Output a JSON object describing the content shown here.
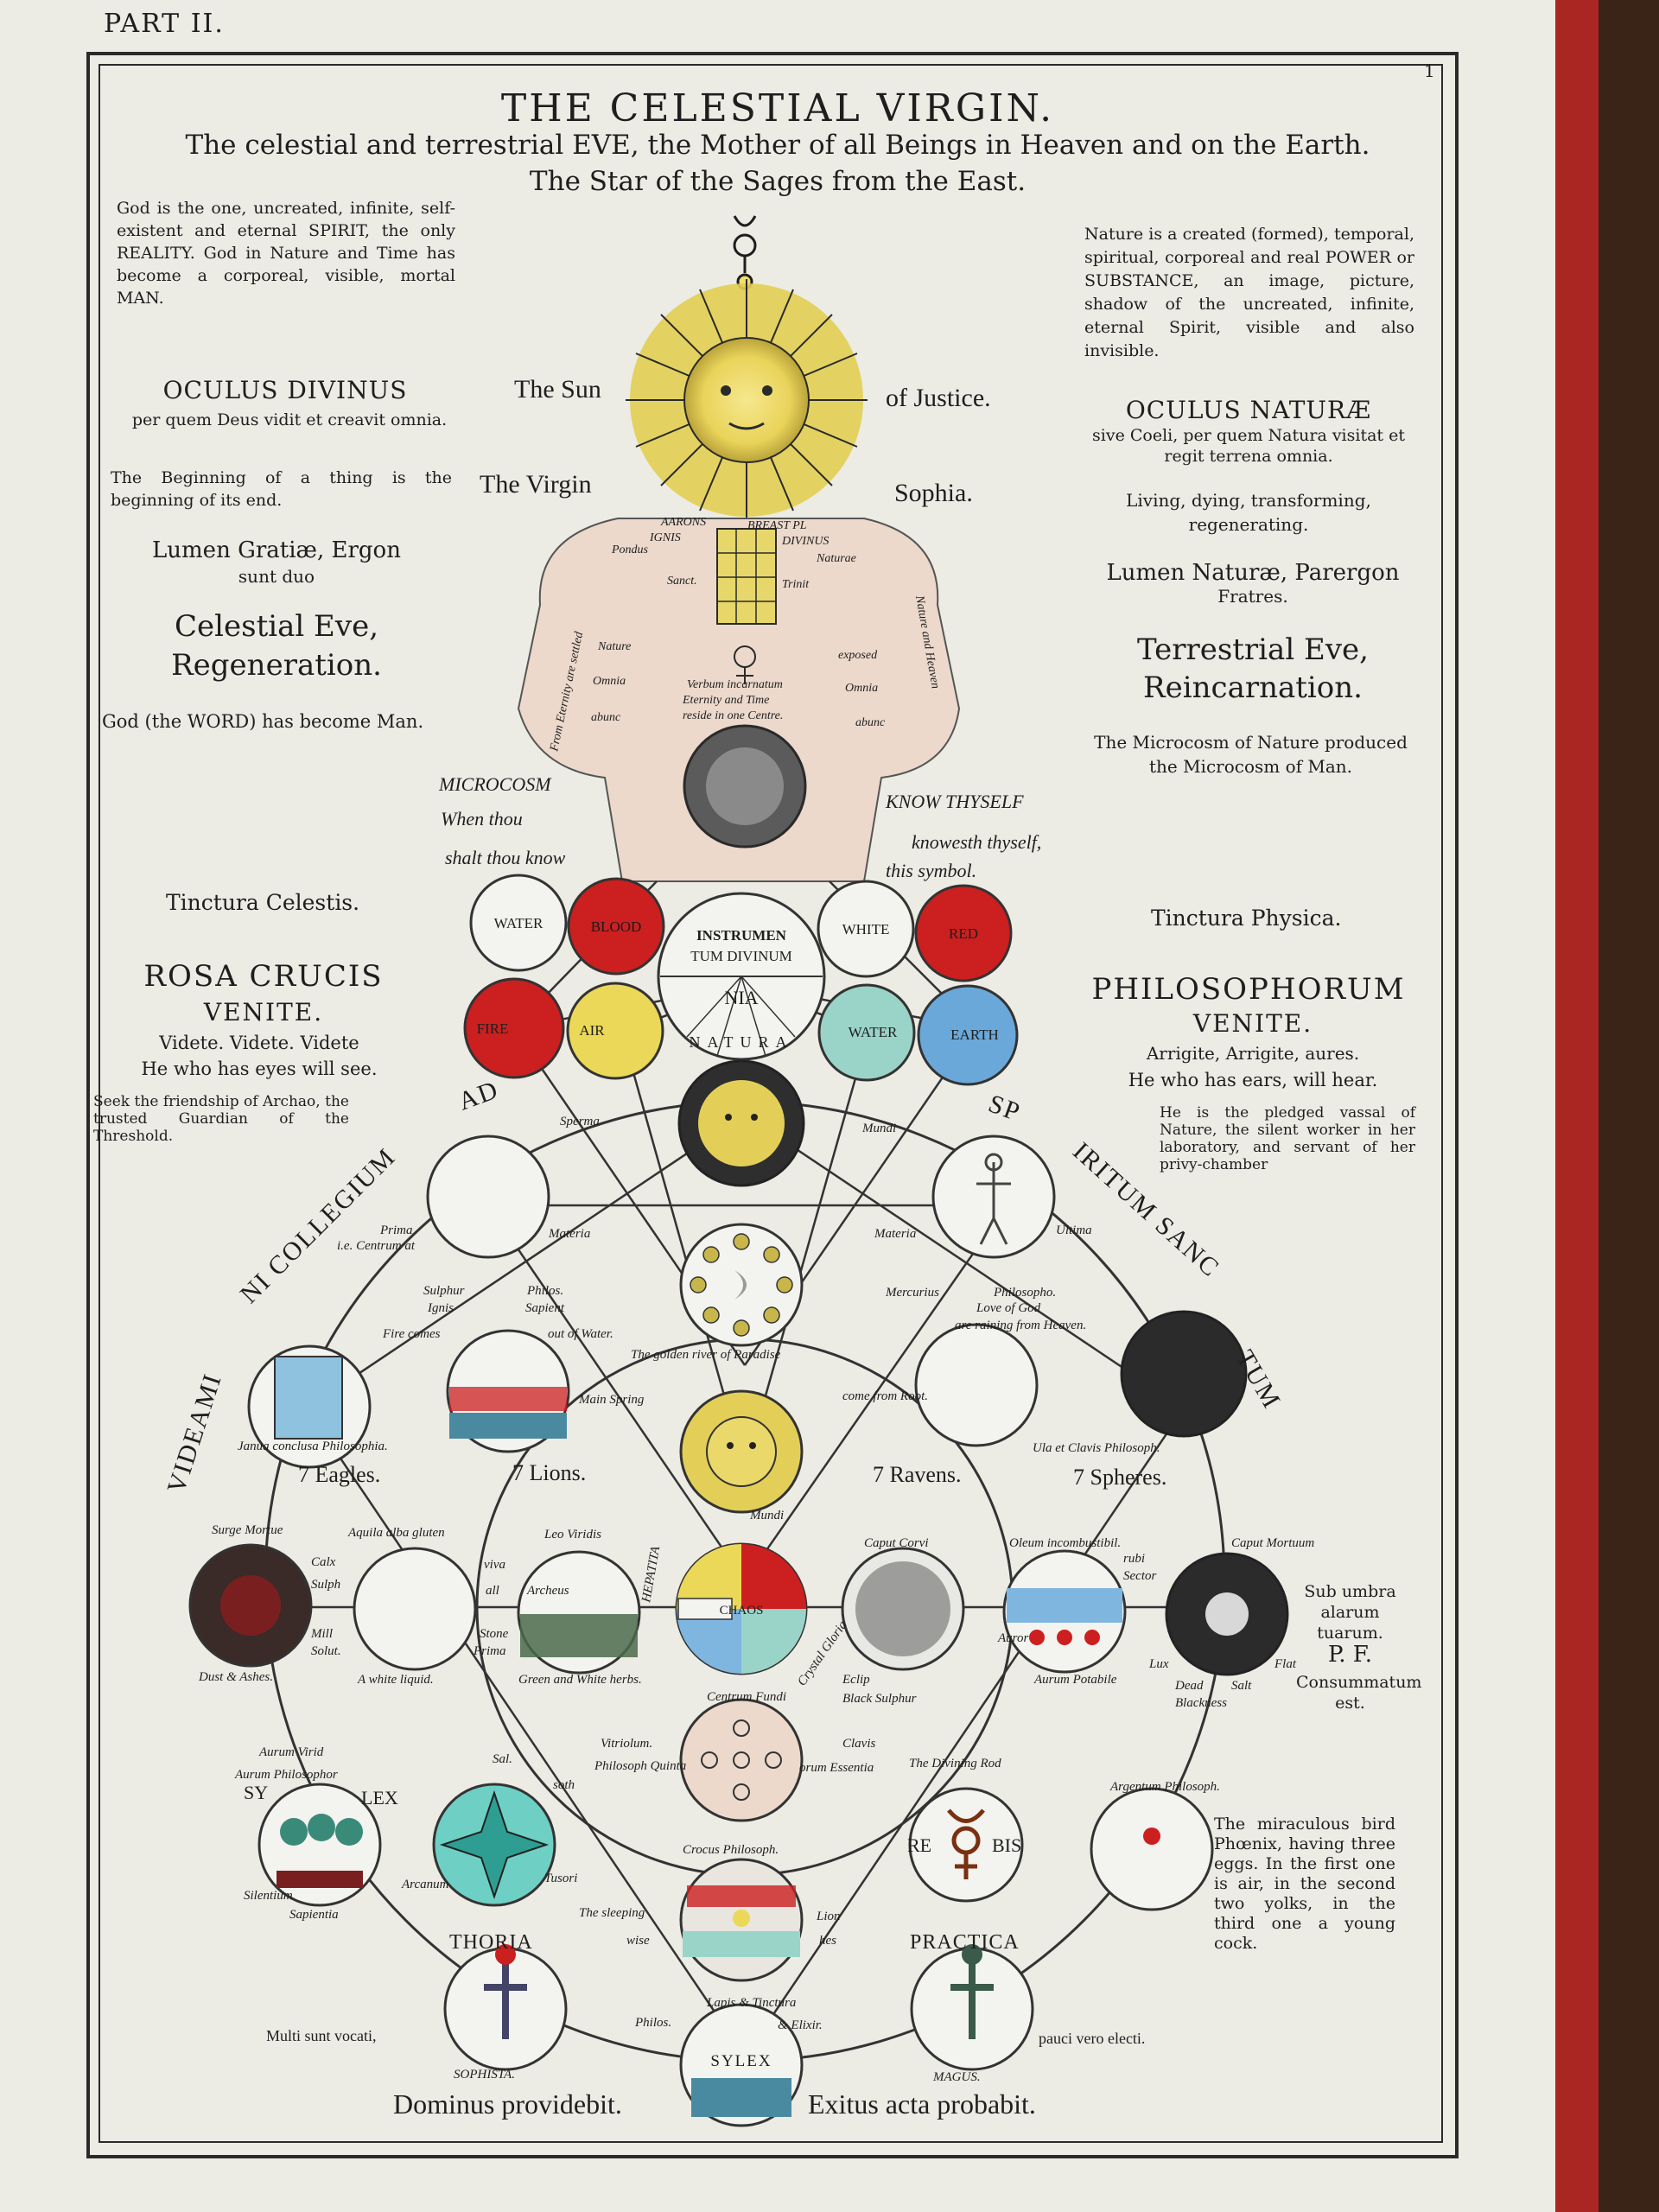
{
  "running_head": "PART II.",
  "page_mark": "1",
  "title": "THE CELESTIAL VIRGIN.",
  "subtitle_line1": "The celestial and terrestrial EVE, the Mother of all Beings in Heaven and on the Earth.",
  "subtitle_line2": "The Star of the Sages from the East.",
  "left_column": {
    "god_text": "God is the one, uncreated, infinite, self-existent and eternal SPIRIT, the only REALITY. God in Nature and Time has become a corporeal, visible, mortal MAN.",
    "oculus_head": "OCULUS DIVINUS",
    "oculus_sub": "per quem Deus vidit et creavit omnia.",
    "beginning": "The Beginning of a thing is the beginning of its end.",
    "lumen": "Lumen Gratiæ, Ergon",
    "lumen_sub": "sunt duo",
    "eve_line1": "Celestial Eve,",
    "eve_line2": "Regeneration.",
    "word": "God (the WORD) has become Man.",
    "tinctura": "Tinctura Celestis.",
    "rosa": "ROSA CRUCIS",
    "venite": "VENITE.",
    "videte": "Videte.   Videte.   Videte",
    "eyes": "He who has eyes will see.",
    "archao": "Seek the friendship of Archao, the trusted Guardian of the Threshold."
  },
  "right_column": {
    "nature_text": "Nature is a created (formed), temporal, spiritual, corporeal and real POWER or SUBSTANCE, an image, picture, shadow of the uncreated, infinite, eternal Spirit, visible and also invisible.",
    "oculus_head": "OCULUS NATURÆ",
    "oculus_sub": "sive Coeli, per quem Natura visitat et regit terrena omnia.",
    "living": "Living, dying, transforming, regenerating.",
    "lumen": "Lumen Naturæ, Parergon",
    "lumen_sub": "Fratres.",
    "eve_line1": "Terrestrial Eve,",
    "eve_line2": "Reincarnation.",
    "microcosm": "The Microcosm of Nature produced the Microcosm of Man.",
    "tinctura": "Tinctura Physica.",
    "philo": "PHILOSOPHORUM",
    "venite": "VENITE.",
    "arrigite": "Arrigite, Arrigite, aures.",
    "ears": "He who has ears, will hear.",
    "vassal": "He is the pledged vassal of Nature, the silent worker in her laboratory, and servant of her privy-chamber",
    "umbra": "Sub umbra alarum tuarum.",
    "pf": "P. F.",
    "consumm": "Consummatum est.",
    "phoenix": "The miraculous bird Phœnix, having three eggs. In the first one is air, in the second two yolks, in the third one a young cock."
  },
  "center": {
    "sun_left": "The Sun",
    "sun_right": "of Justice.",
    "virgin_left": "The Virgin",
    "virgin_right": "Sophia.",
    "microcosm_lines": [
      "MICROCOSM",
      "When thou",
      "shalt thou know"
    ],
    "know_lines": [
      "KNOW THYSELF",
      "knowesth thyself,",
      "this symbol."
    ],
    "body_labels": {
      "aarons": "AARONS",
      "breast": "BREAST PL",
      "ignis": "IGNIS",
      "divinus": "DIVINUS",
      "pondus": "Pondus",
      "naturae": "Naturae",
      "sanct": "Sanct.",
      "trinit": "Trinit",
      "nature": "Nature",
      "exposed": "exposed",
      "omnia_l": "Omnia",
      "omnia_r": "Omnia",
      "abunc_l": "abunc",
      "abunc_r": "abunc",
      "verbum": [
        "Verbum incarnatum",
        "Eternity and Time",
        "reside in one Centre."
      ],
      "arm_left": "From Eternity are settled",
      "arm_right": "Nature and Heaven"
    },
    "circle_water": "WATER",
    "circle_blood": "BLOOD",
    "circle_white": "WHITE",
    "circle_red": "RED",
    "fire": "FIRE",
    "air": "AIR",
    "water2": "WATER",
    "earth": "EARTH",
    "instrumentum": [
      "INSTRUMEN",
      "TUM DIVINUM"
    ],
    "nia": "NIA",
    "natura": "NATURA",
    "ring": [
      "AD",
      "NI COLLEGIUM",
      "VIDEAMI",
      "SP",
      "IRITUM SANC",
      "TUM"
    ],
    "sperma": "Sperma",
    "mundi": "Mundi",
    "prima": "Prima",
    "centrum": "i.e. Centrum at",
    "materia_l": "Materia",
    "materia_r": "Materia",
    "sulphur": "Sulphur",
    "ignis2": "Ignis",
    "philos": "Philos.",
    "sapient": "Sapient",
    "fire_comes": "Fire comes",
    "out_water": "out of Water.",
    "paradise": "The golden river of Paradise",
    "main_spring": "Main Spring",
    "from_root": "come from Root.",
    "mercurius": "Mercurius",
    "philosopho": "Philosopho.",
    "love_god": "Love of God",
    "raining": "are raining from Heaven.",
    "ultima": "Ultima",
    "janua": "Janua conclusa Philosophia.",
    "clavis": "Ula et Clavis Philosoph.",
    "eagles": "7 Eagles.",
    "lions": "7 Lions.",
    "ravens": "7 Ravens.",
    "spheres": "7 Spheres.",
    "surge": "Surge Mortue",
    "aquila": "Aquila alba gluten",
    "leo": "Leo Viridis",
    "caput_corvi": "Caput Corvi",
    "oleum": "Oleum incombustibil.",
    "caput_mort": "Caput Mortuum",
    "calx": "Calx",
    "sulph": "Sulph",
    "mill": "Mill",
    "solut": "Solut.",
    "dust": "Dust & Ashes.",
    "white_liquid": "A white liquid.",
    "viva": "viva",
    "all": "all",
    "archeus": "Archeus",
    "stone": "Stone",
    "prima2": "Prima",
    "green_white": "Green and White herbs.",
    "chaos": "CHAOS",
    "hepatita": "HEPATITA",
    "mundi2": "Mundi",
    "centrum_fundi": "Centrum Fundi",
    "crystal": "Crystal Gloria",
    "black_sulphur": "Black Sulphur",
    "eclipse": "Eclip",
    "aurum": "Aurum Potabile",
    "lux": "Lux",
    "dead": "Dead",
    "salt": "Salt",
    "black": "Blackness",
    "flat": "Flat",
    "rubi": "rubi",
    "sector": "Sector",
    "auror": "Auror",
    "aurum_virid": "Aurum Virid",
    "aurum_phil": "Aurum Philosophor",
    "sy": "SY",
    "lex": "LEX",
    "silenti": "Silentium",
    "sapientia": "Sapientia",
    "sal": "Sal.",
    "soth": "soth",
    "arcanum": "Arcanum",
    "tusori": "Tusori",
    "vitriolum": "Vitriolum.",
    "philosoph_quinta": "Philosoph Quinta",
    "clavis2": "Clavis",
    "essentia": "orum Essentia",
    "divining": "The Divining Rod",
    "re": "RE",
    "bis": "BIS",
    "argentum": "Argentum Philosoph.",
    "crocus": "Crocus Philosoph.",
    "sleeping": "The sleeping",
    "wise": "wise",
    "lion": "Lion",
    "hes": "hes",
    "thoria": "THORIA",
    "practica": "PRACTICA",
    "lapis": "Lapis & Tinctura",
    "philos2": "Philos.",
    "elixir": "& Elixir.",
    "sylex": "SYLEX",
    "sophista": "SOPHISTA.",
    "magus": "MAGUS.",
    "multi": "Multi sunt vocati,",
    "pauci": "pauci vero electi."
  },
  "footer_left": "Dominus providebit.",
  "footer_right": "Exitus acta probabit.",
  "colors": {
    "paper": "#ecebe4",
    "ink": "#1e1e1e",
    "red": "#cc1f1f",
    "yellow": "#f0e06a",
    "blue": "#7fb6e0",
    "teal": "#6ed0c4",
    "spine": "#a92623",
    "flesh": "#ecd9cc"
  }
}
